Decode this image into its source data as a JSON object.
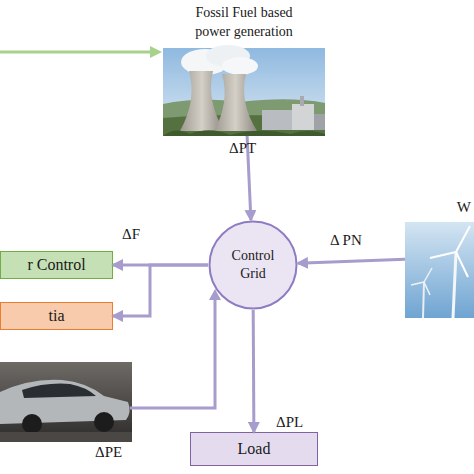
{
  "diagram": {
    "nodes": [
      {
        "text": [
          "Fossil Fuel based power generation"
        ]
      },
      {
        "text": [
          "r Control"
        ]
      },
      {
        "text": [
          "Control Grid"
        ]
      },
      {
        "text": [
          "W"
        ]
      },
      {
        "text": [
          "tia"
        ]
      },
      {
        "text": [
          "Load"
        ]
      }
    ],
    "edges": [
      {
        "from": 0,
        "to": 2,
        "arrow": "to",
        "label": "ΔPT"
      },
      {
        "from": 3,
        "to": 2,
        "arrow": "to",
        "label": "Δ PN"
      },
      {
        "from": 2,
        "to": 1,
        "arrow": "to",
        "label": "ΔF"
      },
      {
        "from": 2,
        "to": 4,
        "arrow": "to"
      },
      {
        "from": 2,
        "to": 5,
        "arrow": "to",
        "label": "ΔPL"
      }
    ],
    "labels": [
      "ΔPE"
    ]
  }
}
